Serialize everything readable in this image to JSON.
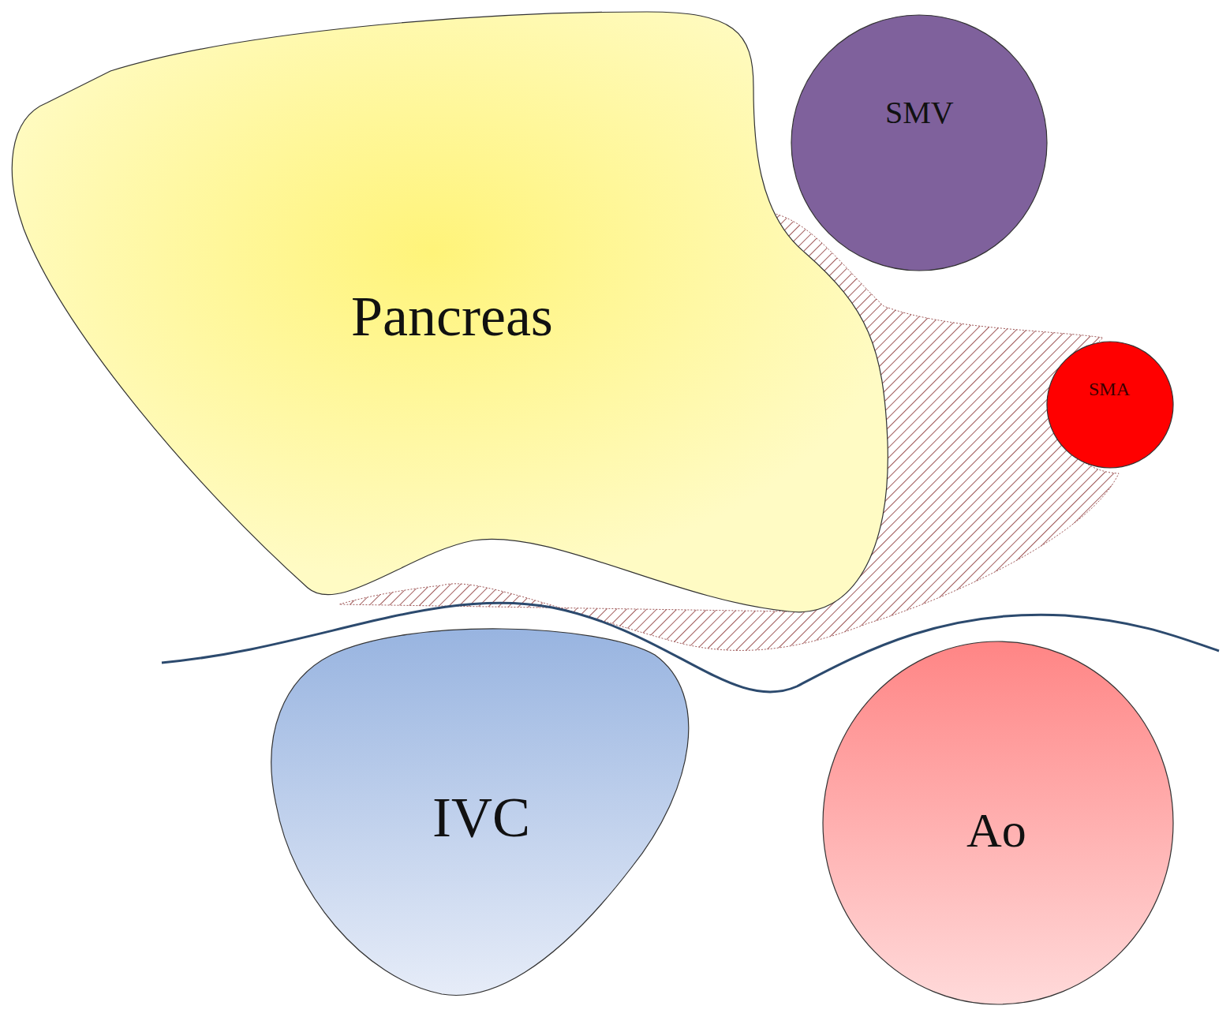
{
  "diagram": {
    "nodes": [
      {
        "text": [
          "Pancreas"
        ]
      },
      {
        "text": [
          "SMV"
        ]
      },
      {
        "text": [
          "SMA"
        ]
      },
      {
        "text": [
          "IVC"
        ]
      },
      {
        "text": [
          "Ao"
        ]
      }
    ]
  }
}
